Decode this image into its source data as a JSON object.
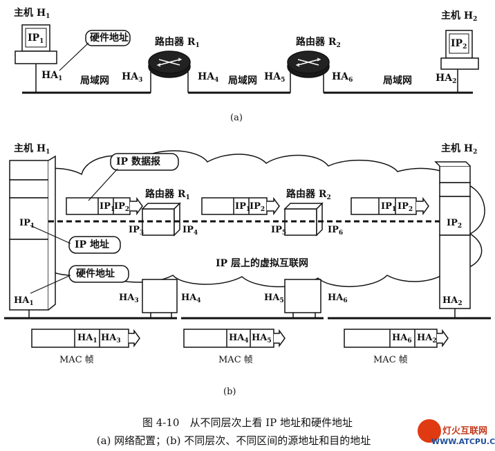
{
  "panel_a": {
    "host1_label": "主机 H",
    "host1_sub": "1",
    "host2_label": "主机 H",
    "host2_sub": "2",
    "ip1": "IP",
    "ip1_sub": "1",
    "ip2": "IP",
    "ip2_sub": "2",
    "callout_hw": "硬件地址",
    "router1_label": "路由器 R",
    "router1_sub": "1",
    "router2_label": "路由器 R",
    "router2_sub": "2",
    "ha1": "HA",
    "ha1_sub": "1",
    "ha2": "HA",
    "ha2_sub": "2",
    "ha3": "HA",
    "ha3_sub": "3",
    "ha4": "HA",
    "ha4_sub": "4",
    "ha5": "HA",
    "ha5_sub": "5",
    "ha6": "HA",
    "ha6_sub": "6",
    "lan1": "局域网",
    "lan2": "局域网",
    "lan3": "局域网",
    "caption": "(a)"
  },
  "panel_b": {
    "host1_label": "主机 H",
    "host1_sub": "1",
    "host2_label": "主机 H",
    "host2_sub": "2",
    "callout_datagram": "IP 数据报",
    "callout_ip": "IP 地址",
    "callout_hw": "硬件地址",
    "router1_label": "路由器 R",
    "router1_sub": "1",
    "router2_label": "路由器 R",
    "router2_sub": "2",
    "cloud_label": "IP 层上的虚拟互联网",
    "ip": "IP",
    "ha": "HA",
    "mac_frame": "MAC 帧",
    "caption": "(b)"
  },
  "figure": {
    "title": "图 4-10　从不同层次上看 IP 地址和硬件地址",
    "subtitle": "(a) 网络配置；(b) 不同层次、不同区间的源地址和目的地址"
  },
  "watermark": {
    "text": "灯火互联网",
    "url": "WWW.ATCPU.COM"
  }
}
